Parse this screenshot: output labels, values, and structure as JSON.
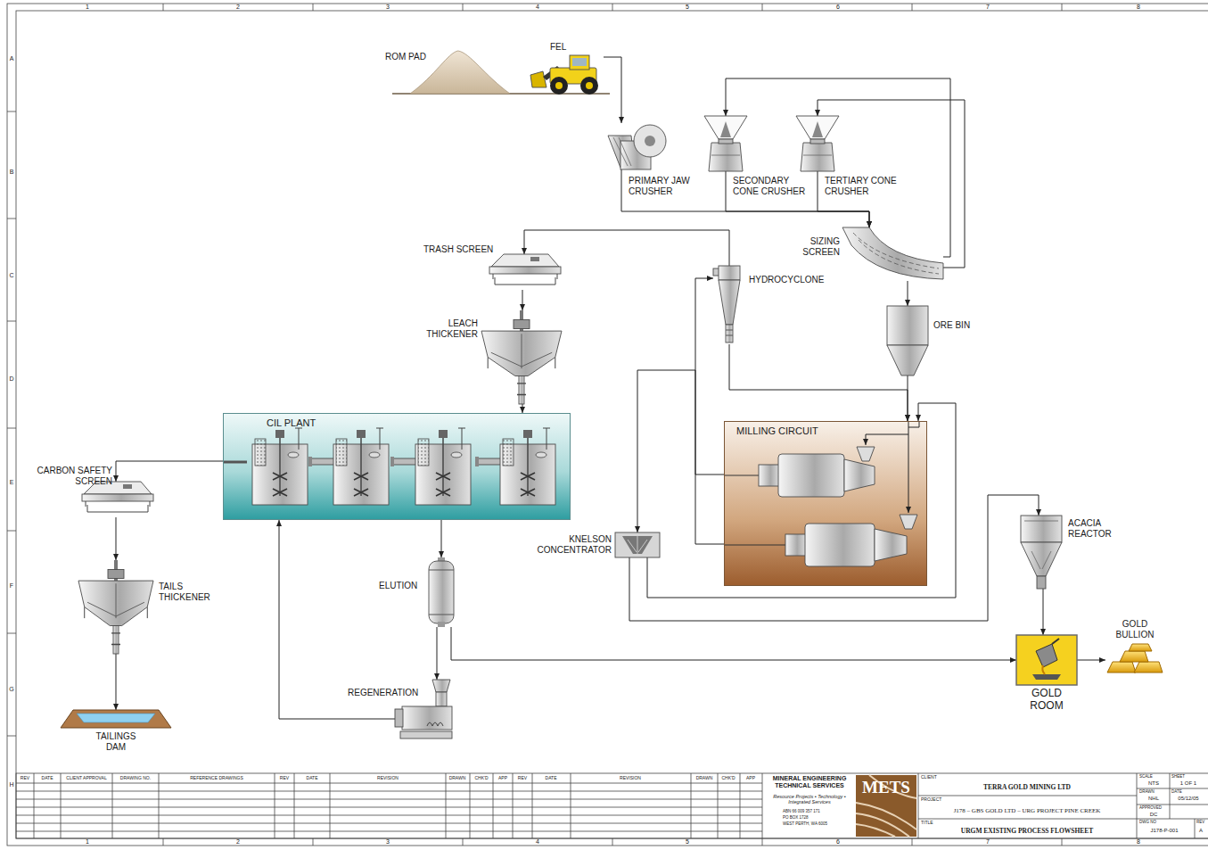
{
  "diagram": {
    "nodes": [
      {
        "text": [
          "ROM PAD"
        ]
      },
      {
        "text": [
          "FEL"
        ]
      },
      {
        "text": [
          "PRIMARY JAW CRUSHER"
        ]
      },
      {
        "text": [
          "SECONDARY CONE CRUSHER"
        ]
      },
      {
        "text": [
          "TERTIARY CONE CRUSHER"
        ]
      },
      {
        "text": [
          "TRASH SCREEN"
        ]
      },
      {
        "text": [
          "SIZING SCREEN"
        ]
      },
      {
        "text": [
          "HYDROCYCLONE"
        ]
      },
      {
        "text": [
          "LEACH THICKENER"
        ]
      },
      {
        "text": [
          "ORE BIN"
        ]
      },
      {
        "text": [
          "CIL PLANT"
        ]
      },
      {
        "text": [
          "MILLING CIRCUIT"
        ]
      },
      {
        "text": [
          "CARBON SAFETY SCREEN"
        ]
      },
      {
        "text": [
          "ACACIA REACTOR"
        ]
      },
      {
        "text": [
          "KNELSON CONCENTRATOR"
        ]
      },
      {
        "text": [
          "ELUTION"
        ]
      },
      {
        "text": [
          "TAILS THICKENER"
        ]
      },
      {
        "text": [
          "GOLD BULLION"
        ]
      },
      {
        "text": [
          "REGENERATION"
        ]
      },
      {
        "text": [
          "GOLD ROOM"
        ]
      },
      {
        "text": [
          "TAILINGS DAM"
        ]
      }
    ],
    "edges": [
      {
        "from": 1,
        "to": 2,
        "arrow": "to"
      },
      {
        "from": 2,
        "to": 6,
        "arrow": "to"
      },
      {
        "from": 3,
        "to": 6,
        "arrow": "to"
      },
      {
        "from": 4,
        "to": 6,
        "arrow": "to"
      },
      {
        "from": 6,
        "to": 3,
        "arrow": "to"
      },
      {
        "from": 6,
        "to": 4,
        "arrow": "to"
      },
      {
        "from": 6,
        "to": 9,
        "arrow": "to"
      },
      {
        "from": 9,
        "to": 11,
        "arrow": "to"
      },
      {
        "from": 7,
        "to": 11,
        "arrow": "to"
      },
      {
        "from": 11,
        "to": 7,
        "arrow": "to"
      },
      {
        "from": 11,
        "to": 14,
        "arrow": "to"
      },
      {
        "from": 14,
        "to": 11,
        "arrow": "to"
      },
      {
        "from": 14,
        "to": 13,
        "arrow": "to"
      },
      {
        "from": 13,
        "to": 19,
        "arrow": "to"
      },
      {
        "from": 19,
        "to": 17,
        "arrow": "to"
      },
      {
        "from": 7,
        "to": 5,
        "arrow": "to"
      },
      {
        "from": 5,
        "to": 8,
        "arrow": "to"
      },
      {
        "from": 8,
        "to": 10,
        "arrow": "to"
      },
      {
        "from": 10,
        "to": 12,
        "arrow": "to"
      },
      {
        "from": 12,
        "to": 16,
        "arrow": "to"
      },
      {
        "from": 16,
        "to": 20,
        "arrow": "to"
      },
      {
        "from": 10,
        "to": 15,
        "arrow": "to"
      },
      {
        "from": 15,
        "to": 18,
        "arrow": "to"
      },
      {
        "from": 18,
        "to": 10,
        "arrow": "to"
      },
      {
        "from": 15,
        "to": 19,
        "arrow": "to"
      }
    ],
    "labels": [
      "1",
      "2",
      "3",
      "4",
      "5",
      "6",
      "7",
      "8",
      "1",
      "2",
      "3",
      "4",
      "5",
      "6",
      "7",
      "8",
      "A",
      "B",
      "C",
      "D",
      "E",
      "F",
      "G",
      "H",
      "REV",
      "DATE",
      "CLIENT APPROVAL",
      "DRAWING NO.",
      "REFERENCE DRAWINGS",
      "REV",
      "DATE",
      "REVISION",
      "DRAWN",
      "CHK'D",
      "APP",
      "REV",
      "DATE",
      "REVISION",
      "DRAWN",
      "CHK'D",
      "APP",
      "MINERAL ENGINEERING TECHNICAL SERVICES",
      "Resource Projects • Technology • Integrated Services",
      "ABN 66 009 357 171",
      "PO BOX 1728",
      "WEST PERTH, WA 6005",
      "METS",
      "CLIENT",
      "TERRA GOLD MINING LTD",
      "PROJECT",
      "J178 – GBS GOLD LTD – URG PROJECT PINE CREEK",
      "TITLE",
      "URGM EXISTING PROCESS FLOWSHEET",
      "SCALE",
      "NTS",
      "SHEET",
      "1 OF 1",
      "DRAWN",
      "NHL",
      "DATE",
      "05/12/05",
      "APPROVED",
      "DC",
      "DWG NO",
      "J178-P-001",
      "REV",
      "A"
    ]
  }
}
